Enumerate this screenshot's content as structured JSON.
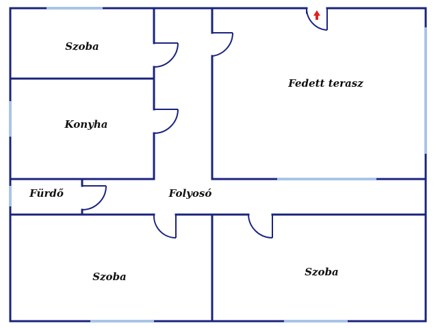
{
  "rooms": {
    "szoba_top": "Szoba",
    "konyha": "Konyha",
    "furdo": "Fürdő",
    "folyoso": "Folyosó",
    "fedett_terasz": "Fedett terasz",
    "szoba_bottom_left": "Szoba",
    "szoba_bottom_right": "Szoba"
  },
  "colors": {
    "wall": "#1a237e",
    "window": "#a9c4e8",
    "door_arc": "#1a237e",
    "entrance_arrow": "#e02020"
  },
  "icons": {
    "entrance": "red-up-arrow-icon"
  }
}
